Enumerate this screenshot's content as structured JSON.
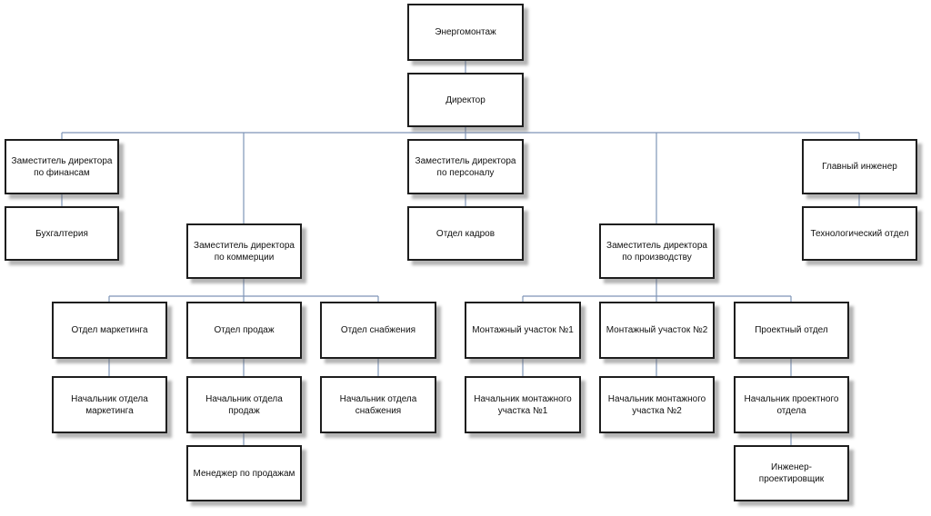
{
  "org_chart": {
    "root": "Энергомонтаж",
    "director": "Директор",
    "finance_deputy": "Заместитель директора\nпо финансам",
    "accounting": "Бухгалтерия",
    "hr_deputy": "Заместитель директора\nпо персоналу",
    "hr_department": "Отдел кадров",
    "chief_engineer": "Главный инженер",
    "tech_department": "Технологический отдел",
    "commerce_deputy": "Заместитель директора\nпо коммерции",
    "production_deputy": "Заместитель директора\nпо производству",
    "marketing_department": "Отдел маркетинга",
    "sales_department": "Отдел продаж",
    "supply_department": "Отдел снабжения",
    "assembly_site_1": "Монтажный участок №1",
    "assembly_site_2": "Монтажный участок №2",
    "design_department": "Проектный отдел",
    "marketing_head": "Начальник отдела\nмаркетинга",
    "sales_head": "Начальник отдела\nпродаж",
    "supply_head": "Начальник отдела\nснабжения",
    "site_1_head": "Начальник монтажного\nучастка №1",
    "site_2_head": "Начальник монтажного\nучастка №2",
    "design_head": "Начальник проектного\nотдела",
    "sales_manager": "Менеджер по продажам",
    "design_engineer": "Инженер-проектировщик"
  }
}
